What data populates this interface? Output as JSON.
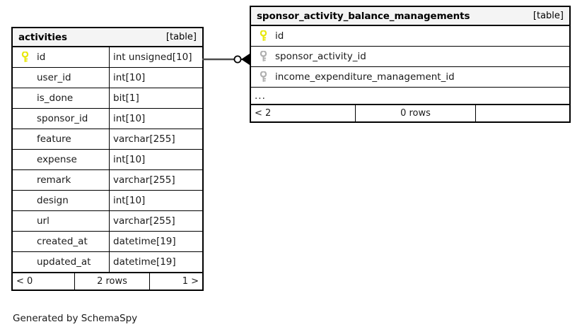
{
  "diagram": {
    "caption": "Generated by SchemaSpy",
    "table_tag": "[table]",
    "ellipsis": "...",
    "colors": {
      "primary_key": "#e8e80a",
      "foreign_key": "#b0b0b0",
      "border": "#000000",
      "header_background": "#f4f4f4",
      "background": "#ffffff"
    }
  },
  "tables": [
    {
      "name": "activities",
      "tag": "[table]",
      "columns": [
        {
          "key": "primary",
          "key_icon": "yellow-key-icon",
          "name": "id",
          "type": "int unsigned[10]"
        },
        {
          "key": "none",
          "key_icon": "",
          "name": "user_id",
          "type": "int[10]"
        },
        {
          "key": "none",
          "key_icon": "",
          "name": "is_done",
          "type": "bit[1]"
        },
        {
          "key": "none",
          "key_icon": "",
          "name": "sponsor_id",
          "type": "int[10]"
        },
        {
          "key": "none",
          "key_icon": "",
          "name": "feature",
          "type": "varchar[255]"
        },
        {
          "key": "none",
          "key_icon": "",
          "name": "expense",
          "type": "int[10]"
        },
        {
          "key": "none",
          "key_icon": "",
          "name": "remark",
          "type": "varchar[255]"
        },
        {
          "key": "none",
          "key_icon": "",
          "name": "design",
          "type": "int[10]"
        },
        {
          "key": "none",
          "key_icon": "",
          "name": "url",
          "type": "varchar[255]"
        },
        {
          "key": "none",
          "key_icon": "",
          "name": "created_at",
          "type": "datetime[19]"
        },
        {
          "key": "none",
          "key_icon": "",
          "name": "updated_at",
          "type": "datetime[19]"
        }
      ],
      "has_ellipsis": false,
      "footer": {
        "prev": "< 0",
        "count": "2 rows",
        "next": "1 >"
      }
    },
    {
      "name": "sponsor_activity_balance_managements",
      "tag": "[table]",
      "columns": [
        {
          "key": "primary",
          "key_icon": "yellow-key-icon",
          "name": "id",
          "type": ""
        },
        {
          "key": "foreign",
          "key_icon": "gray-key-icon",
          "name": "sponsor_activity_id",
          "type": ""
        },
        {
          "key": "foreign",
          "key_icon": "gray-key-icon",
          "name": "income_expenditure_management_id",
          "type": ""
        }
      ],
      "has_ellipsis": true,
      "footer": {
        "prev": "< 2",
        "count": "0 rows",
        "next": ""
      }
    }
  ],
  "relationship": {
    "from_table": "activities",
    "from_column": "id",
    "to_table": "sponsor_activity_balance_managements",
    "to_column": "sponsor_activity_id",
    "notation": "crowsfoot-zero-to-many"
  }
}
